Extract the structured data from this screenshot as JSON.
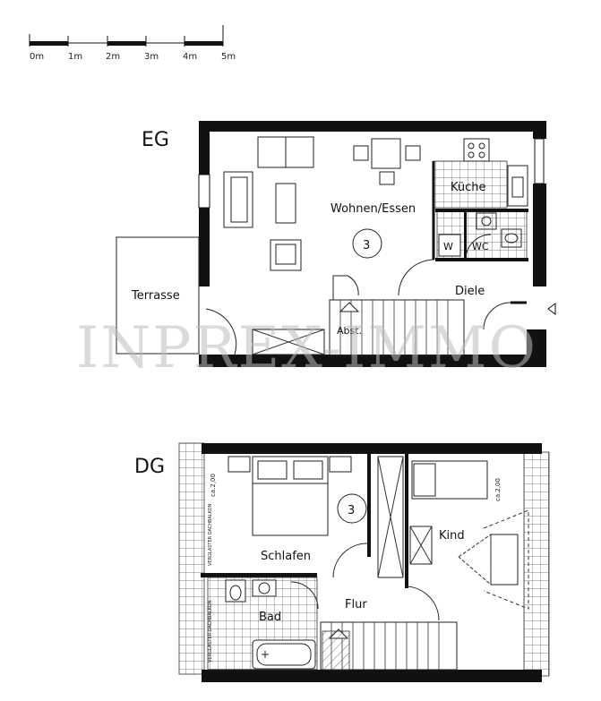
{
  "scale_bar": {
    "ticks": [
      "0m",
      "1m",
      "2m",
      "3m",
      "4m",
      "5m"
    ]
  },
  "eg": {
    "floor_label": "EG",
    "rooms": {
      "wohnen_essen": "Wohnen/Essen",
      "kueche": "Küche",
      "terrasse": "Terrasse",
      "diele": "Diele",
      "abst": "Abst.",
      "w": "W",
      "wc": "WC"
    },
    "circle_number": "3"
  },
  "dg": {
    "floor_label": "DG",
    "rooms": {
      "schlafen": "Schlafen",
      "kind": "Kind",
      "flur": "Flur",
      "bad": "Bad"
    },
    "circle_number": "3",
    "height_notes": [
      "ca.2,00",
      "ca.2,00"
    ],
    "side_notes": [
      "VERGLASTER DACHBALKON",
      "VERGLASTER DACHBALKON"
    ]
  },
  "watermark": "INPREX-IMMO"
}
